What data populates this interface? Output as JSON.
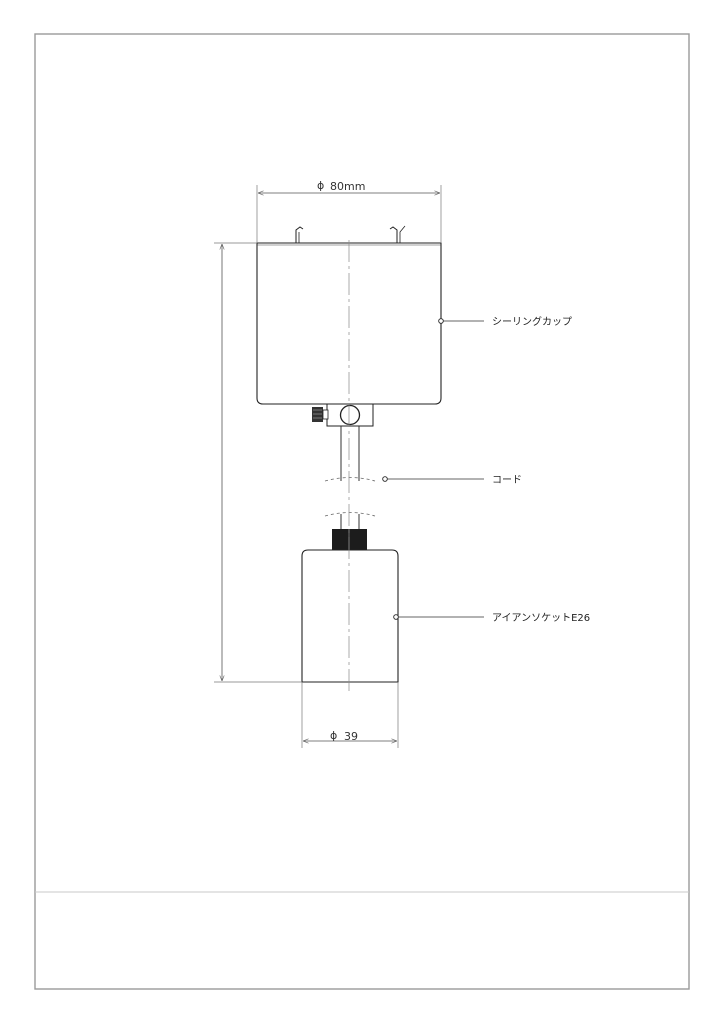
{
  "drawing": {
    "callouts": {
      "ceiling_cup": "シーリングカップ",
      "cord": "コード",
      "socket": "アイアンソケットE26"
    },
    "dimensions": {
      "cup_diameter_symbol": "ϕ",
      "cup_diameter": "80mm",
      "socket_diameter_symbol": "ϕ",
      "socket_diameter": "39"
    }
  }
}
